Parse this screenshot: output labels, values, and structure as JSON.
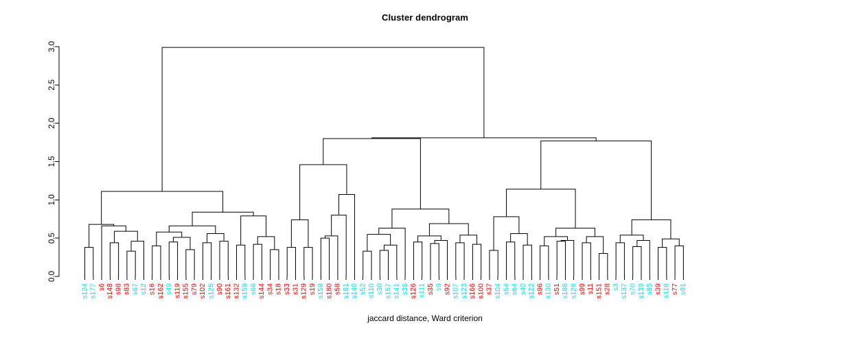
{
  "chart_data": {
    "type": "dendrogram",
    "title": "Cluster dendrogram",
    "xlabel": "jaccard distance, Ward criterion",
    "ylabel": "",
    "ylim": [
      0,
      3.0
    ],
    "yticks": [
      "0.0",
      "0.5",
      "1.0",
      "1.5",
      "2.0",
      "2.5",
      "3.0"
    ],
    "ytick_values": [
      0,
      0.5,
      1.0,
      1.5,
      2.0,
      2.5,
      3.0
    ],
    "grid": false,
    "legend": "none",
    "leaf_colors": {
      "group_a": "#ff0000",
      "group_b": "#00e5ee"
    },
    "leaves": [
      {
        "label": "s124",
        "color": "#00e5ee"
      },
      {
        "label": "s177",
        "color": "#00e5ee"
      },
      {
        "label": "s6",
        "color": "#ff0000"
      },
      {
        "label": "s148",
        "color": "#ff0000"
      },
      {
        "label": "s98",
        "color": "#ff0000"
      },
      {
        "label": "s83",
        "color": "#ff0000"
      },
      {
        "label": "s67",
        "color": "#00e5ee"
      },
      {
        "label": "s12",
        "color": "#00e5ee"
      },
      {
        "label": "s16",
        "color": "#ff0000"
      },
      {
        "label": "s162",
        "color": "#ff0000"
      },
      {
        "label": "s49",
        "color": "#00e5ee"
      },
      {
        "label": "s119",
        "color": "#ff0000"
      },
      {
        "label": "s155",
        "color": "#ff0000"
      },
      {
        "label": "s79",
        "color": "#ff0000"
      },
      {
        "label": "s102",
        "color": "#ff0000"
      },
      {
        "label": "s125",
        "color": "#00e5ee"
      },
      {
        "label": "s90",
        "color": "#ff0000"
      },
      {
        "label": "s161",
        "color": "#ff0000"
      },
      {
        "label": "s132",
        "color": "#ff0000"
      },
      {
        "label": "s159",
        "color": "#00e5ee"
      },
      {
        "label": "s66",
        "color": "#00e5ee"
      },
      {
        "label": "s144",
        "color": "#ff0000"
      },
      {
        "label": "s34",
        "color": "#ff0000"
      },
      {
        "label": "s18",
        "color": "#ff0000"
      },
      {
        "label": "s33",
        "color": "#ff0000"
      },
      {
        "label": "s31",
        "color": "#ff0000"
      },
      {
        "label": "s129",
        "color": "#ff0000"
      },
      {
        "label": "s19",
        "color": "#ff0000"
      },
      {
        "label": "s158",
        "color": "#00e5ee"
      },
      {
        "label": "s180",
        "color": "#ff0000"
      },
      {
        "label": "s58",
        "color": "#ff0000"
      },
      {
        "label": "s181",
        "color": "#00e5ee"
      },
      {
        "label": "s140",
        "color": "#00e5ee"
      },
      {
        "label": "s52",
        "color": "#00e5ee"
      },
      {
        "label": "s110",
        "color": "#00e5ee"
      },
      {
        "label": "s30",
        "color": "#00e5ee"
      },
      {
        "label": "s157",
        "color": "#00e5ee"
      },
      {
        "label": "s141",
        "color": "#00e5ee"
      },
      {
        "label": "s36",
        "color": "#00e5ee"
      },
      {
        "label": "s126",
        "color": "#ff0000"
      },
      {
        "label": "s111",
        "color": "#00e5ee"
      },
      {
        "label": "s35",
        "color": "#ff0000"
      },
      {
        "label": "s9",
        "color": "#00e5ee"
      },
      {
        "label": "s92",
        "color": "#ff0000"
      },
      {
        "label": "s107",
        "color": "#00e5ee"
      },
      {
        "label": "s123",
        "color": "#00e5ee"
      },
      {
        "label": "s166",
        "color": "#ff0000"
      },
      {
        "label": "s100",
        "color": "#ff0000"
      },
      {
        "label": "s37",
        "color": "#ff0000"
      },
      {
        "label": "s104",
        "color": "#00e5ee"
      },
      {
        "label": "s54",
        "color": "#00e5ee"
      },
      {
        "label": "s64",
        "color": "#00e5ee"
      },
      {
        "label": "s40",
        "color": "#00e5ee"
      },
      {
        "label": "s122",
        "color": "#00e5ee"
      },
      {
        "label": "s96",
        "color": "#ff0000"
      },
      {
        "label": "s130",
        "color": "#00e5ee"
      },
      {
        "label": "s51",
        "color": "#ff0000"
      },
      {
        "label": "s188",
        "color": "#00e5ee"
      },
      {
        "label": "s128",
        "color": "#00e5ee"
      },
      {
        "label": "s99",
        "color": "#ff0000"
      },
      {
        "label": "s11",
        "color": "#ff0000"
      },
      {
        "label": "s151",
        "color": "#ff0000"
      },
      {
        "label": "s28",
        "color": "#ff0000"
      },
      {
        "label": "s3",
        "color": "#00e5ee"
      },
      {
        "label": "s137",
        "color": "#00e5ee"
      },
      {
        "label": "s70",
        "color": "#00e5ee"
      },
      {
        "label": "s139",
        "color": "#00e5ee"
      },
      {
        "label": "s85",
        "color": "#00e5ee"
      },
      {
        "label": "s39",
        "color": "#ff0000"
      },
      {
        "label": "s118",
        "color": "#00e5ee"
      },
      {
        "label": "s77",
        "color": "#ff0000"
      },
      {
        "label": "s91",
        "color": "#00e5ee"
      }
    ],
    "merges": [
      {
        "id": "m1",
        "left": {
          "leaf": 0
        },
        "right": {
          "leaf": 1
        },
        "height": 0.38
      },
      {
        "id": "m2",
        "left": {
          "leaf": 3
        },
        "right": {
          "leaf": 4
        },
        "height": 0.44
      },
      {
        "id": "m3",
        "left": {
          "leaf": 5
        },
        "right": {
          "leaf": 6
        },
        "height": 0.33
      },
      {
        "id": "m4",
        "left": {
          "node": "m3"
        },
        "right": {
          "leaf": 7
        },
        "height": 0.46
      },
      {
        "id": "m5",
        "left": {
          "node": "m2"
        },
        "right": {
          "node": "m4"
        },
        "height": 0.59
      },
      {
        "id": "m6",
        "left": {
          "leaf": 2
        },
        "right": {
          "node": "m5"
        },
        "height": 0.66
      },
      {
        "id": "m7",
        "left": {
          "node": "m1"
        },
        "right": {
          "node": "m6"
        },
        "height": 0.68
      },
      {
        "id": "m8",
        "left": {
          "leaf": 8
        },
        "right": {
          "leaf": 9
        },
        "height": 0.4
      },
      {
        "id": "m9",
        "left": {
          "leaf": 10
        },
        "right": {
          "leaf": 11
        },
        "height": 0.45
      },
      {
        "id": "m10",
        "left": {
          "leaf": 12
        },
        "right": {
          "leaf": 13
        },
        "height": 0.35
      },
      {
        "id": "m11",
        "left": {
          "node": "m9"
        },
        "right": {
          "node": "m10"
        },
        "height": 0.51
      },
      {
        "id": "m12",
        "left": {
          "node": "m8"
        },
        "right": {
          "node": "m11"
        },
        "height": 0.58
      },
      {
        "id": "m13",
        "left": {
          "leaf": 14
        },
        "right": {
          "leaf": 15
        },
        "height": 0.44
      },
      {
        "id": "m14",
        "left": {
          "leaf": 16
        },
        "right": {
          "leaf": 17
        },
        "height": 0.46
      },
      {
        "id": "m15",
        "left": {
          "node": "m13"
        },
        "right": {
          "node": "m14"
        },
        "height": 0.56
      },
      {
        "id": "m16",
        "left": {
          "node": "m12"
        },
        "right": {
          "node": "m15"
        },
        "height": 0.66
      },
      {
        "id": "m17",
        "left": {
          "leaf": 18
        },
        "right": {
          "leaf": 19
        },
        "height": 0.41
      },
      {
        "id": "m18",
        "left": {
          "leaf": 20
        },
        "right": {
          "leaf": 21
        },
        "height": 0.42
      },
      {
        "id": "m19",
        "left": {
          "leaf": 22
        },
        "right": {
          "leaf": 23
        },
        "height": 0.35
      },
      {
        "id": "m20",
        "left": {
          "node": "m18"
        },
        "right": {
          "node": "m19"
        },
        "height": 0.52
      },
      {
        "id": "m21",
        "left": {
          "node": "m17"
        },
        "right": {
          "node": "m20"
        },
        "height": 0.79
      },
      {
        "id": "m22",
        "left": {
          "node": "m16"
        },
        "right": {
          "node": "m21"
        },
        "height": 0.84
      },
      {
        "id": "m23",
        "left": {
          "node": "m7"
        },
        "right": {
          "node": "m22"
        },
        "height": 1.11
      },
      {
        "id": "m24",
        "left": {
          "leaf": 24
        },
        "right": {
          "leaf": 25
        },
        "height": 0.38
      },
      {
        "id": "m25",
        "left": {
          "leaf": 26
        },
        "right": {
          "leaf": 27
        },
        "height": 0.38
      },
      {
        "id": "m26",
        "left": {
          "node": "m24"
        },
        "right": {
          "node": "m25"
        },
        "height": 0.74
      },
      {
        "id": "m27",
        "left": {
          "leaf": 28
        },
        "right": {
          "leaf": 29
        },
        "height": 0.5
      },
      {
        "id": "m28",
        "left": {
          "node": "m27"
        },
        "right": {
          "leaf": 30
        },
        "height": 0.53
      },
      {
        "id": "m29",
        "left": {
          "node": "m28"
        },
        "right": {
          "leaf": 31
        },
        "height": 0.8
      },
      {
        "id": "m30",
        "left": {
          "node": "m29"
        },
        "right": {
          "leaf": 32
        },
        "height": 1.07
      },
      {
        "id": "m31",
        "left": {
          "node": "m26"
        },
        "right": {
          "node": "m30"
        },
        "height": 1.46
      },
      {
        "id": "m32",
        "left": {
          "leaf": 33
        },
        "right": {
          "leaf": 34
        },
        "height": 0.33
      },
      {
        "id": "m33",
        "left": {
          "leaf": 35
        },
        "right": {
          "leaf": 36
        },
        "height": 0.34
      },
      {
        "id": "m34",
        "left": {
          "node": "m33"
        },
        "right": {
          "leaf": 37
        },
        "height": 0.41
      },
      {
        "id": "m35",
        "left": {
          "node": "m32"
        },
        "right": {
          "node": "m34"
        },
        "height": 0.55
      },
      {
        "id": "m36",
        "left": {
          "node": "m35"
        },
        "right": {
          "leaf": 38
        },
        "height": 0.63
      },
      {
        "id": "m37",
        "left": {
          "leaf": 39
        },
        "right": {
          "leaf": 40
        },
        "height": 0.45
      },
      {
        "id": "m38",
        "left": {
          "leaf": 41
        },
        "right": {
          "leaf": 42
        },
        "height": 0.43
      },
      {
        "id": "m39",
        "left": {
          "node": "m38"
        },
        "right": {
          "leaf": 43
        },
        "height": 0.47
      },
      {
        "id": "m40",
        "left": {
          "node": "m37"
        },
        "right": {
          "node": "m39"
        },
        "height": 0.53
      },
      {
        "id": "m41",
        "left": {
          "leaf": 44
        },
        "right": {
          "leaf": 45
        },
        "height": 0.44
      },
      {
        "id": "m42",
        "left": {
          "leaf": 46
        },
        "right": {
          "leaf": 47
        },
        "height": 0.42
      },
      {
        "id": "m43",
        "left": {
          "node": "m41"
        },
        "right": {
          "node": "m42"
        },
        "height": 0.54
      },
      {
        "id": "m44",
        "left": {
          "node": "m40"
        },
        "right": {
          "node": "m43"
        },
        "height": 0.69
      },
      {
        "id": "m45",
        "left": {
          "node": "m36"
        },
        "right": {
          "node": "m44"
        },
        "height": 0.88
      },
      {
        "id": "m46",
        "left": {
          "node": "m31"
        },
        "right": {
          "node": "m45"
        },
        "height": 1.8
      },
      {
        "id": "m47",
        "left": {
          "leaf": 48
        },
        "right": {
          "leaf": 49
        },
        "height": 0.34
      },
      {
        "id": "m48",
        "left": {
          "leaf": 50
        },
        "right": {
          "leaf": 51
        },
        "height": 0.45
      },
      {
        "id": "m49",
        "left": {
          "leaf": 52
        },
        "right": {
          "leaf": 53
        },
        "height": 0.41
      },
      {
        "id": "m50",
        "left": {
          "node": "m48"
        },
        "right": {
          "node": "m49"
        },
        "height": 0.56
      },
      {
        "id": "m51",
        "left": {
          "node": "m47"
        },
        "right": {
          "node": "m50"
        },
        "height": 0.78
      },
      {
        "id": "m52",
        "left": {
          "leaf": 54
        },
        "right": {
          "leaf": 55
        },
        "height": 0.4
      },
      {
        "id": "m53",
        "left": {
          "leaf": 56
        },
        "right": {
          "leaf": 57
        },
        "height": 0.46
      },
      {
        "id": "m54",
        "left": {
          "node": "m53"
        },
        "right": {
          "leaf": 58
        },
        "height": 0.47
      },
      {
        "id": "m55",
        "left": {
          "node": "m52"
        },
        "right": {
          "node": "m54"
        },
        "height": 0.52
      },
      {
        "id": "m56",
        "left": {
          "leaf": 59
        },
        "right": {
          "leaf": 60
        },
        "height": 0.44
      },
      {
        "id": "m57",
        "left": {
          "leaf": 61
        },
        "right": {
          "leaf": 62
        },
        "height": 0.3
      },
      {
        "id": "m58",
        "left": {
          "node": "m56"
        },
        "right": {
          "node": "m57"
        },
        "height": 0.52
      },
      {
        "id": "m59",
        "left": {
          "node": "m55"
        },
        "right": {
          "node": "m58"
        },
        "height": 0.63
      },
      {
        "id": "m60",
        "left": {
          "node": "m51"
        },
        "right": {
          "node": "m59"
        },
        "height": 1.14
      },
      {
        "id": "m61",
        "left": {
          "leaf": 63
        },
        "right": {
          "leaf": 64
        },
        "height": 0.44
      },
      {
        "id": "m62",
        "left": {
          "leaf": 65
        },
        "right": {
          "leaf": 66
        },
        "height": 0.39
      },
      {
        "id": "m63",
        "left": {
          "node": "m62"
        },
        "right": {
          "leaf": 67
        },
        "height": 0.47
      },
      {
        "id": "m64",
        "left": {
          "node": "m61"
        },
        "right": {
          "node": "m63"
        },
        "height": 0.54
      },
      {
        "id": "m65",
        "left": {
          "leaf": 68
        },
        "right": {
          "leaf": 69
        },
        "height": 0.38
      },
      {
        "id": "m66",
        "left": {
          "leaf": 70
        },
        "right": {
          "leaf": 71
        },
        "height": 0.4
      },
      {
        "id": "m67",
        "left": {
          "node": "m65"
        },
        "right": {
          "node": "m66"
        },
        "height": 0.49
      },
      {
        "id": "m68",
        "left": {
          "node": "m64"
        },
        "right": {
          "node": "m67"
        },
        "height": 0.74
      },
      {
        "id": "m69",
        "left": {
          "node": "m60"
        },
        "right": {
          "node": "m68"
        },
        "height": 1.77
      },
      {
        "id": "m70",
        "left": {
          "node": "m46"
        },
        "right": {
          "node": "m69"
        },
        "height": 1.81
      },
      {
        "id": "m71",
        "left": {
          "node": "m23"
        },
        "right": {
          "node": "m70"
        },
        "height": 2.99
      }
    ]
  }
}
